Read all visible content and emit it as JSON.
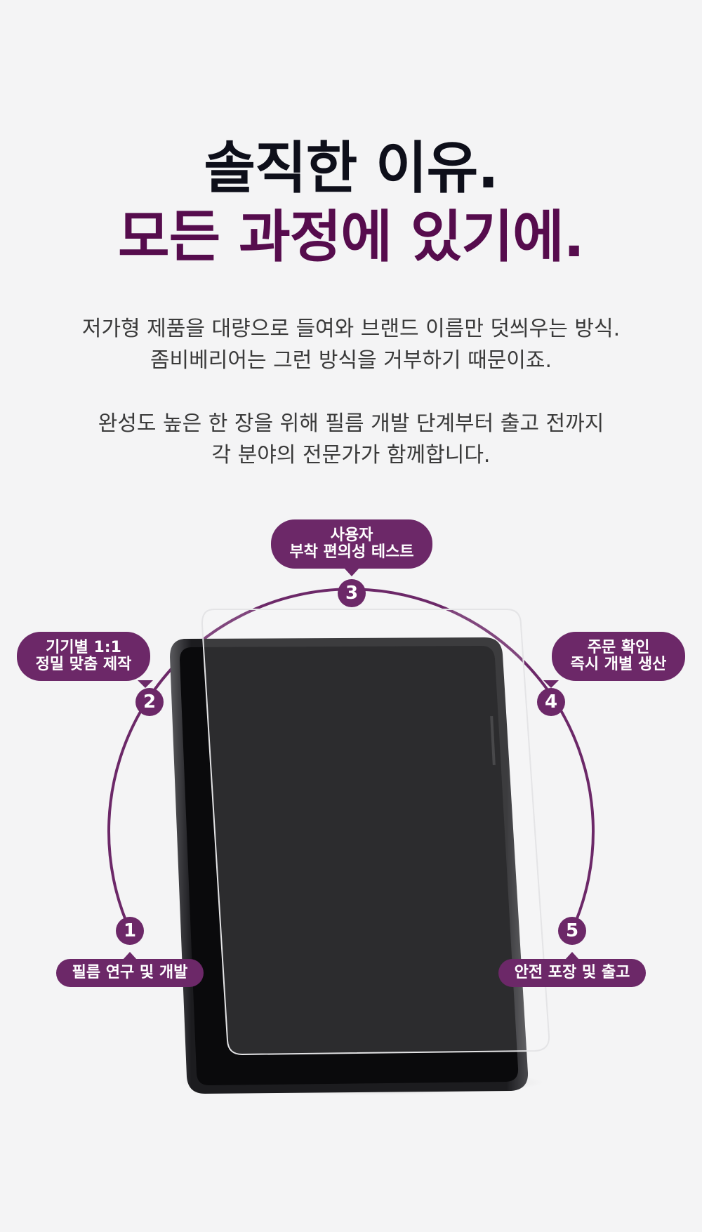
{
  "headline": {
    "line1": "솔직한 이유.",
    "line2": "모든 과정에 있기에."
  },
  "description": {
    "p1_line1": "저가형 제품을 대량으로 들여와 브랜드 이름만 덧씌우는 방식.",
    "p1_line2": "좀비베리어는 그런 방식을 거부하기 때문이죠.",
    "p2_line1": "완성도 높은 한 장을 위해 필름 개발 단계부터 출고 전까지",
    "p2_line2": "각 분야의 전문가가 함께합니다."
  },
  "steps": [
    {
      "number": "1",
      "label_lines": [
        "필름 연구 및 개발"
      ]
    },
    {
      "number": "2",
      "label_lines": [
        "기기별 1:1",
        "정밀 맞춤 제작"
      ]
    },
    {
      "number": "3",
      "label_lines": [
        "사용자",
        "부착 편의성 테스트"
      ]
    },
    {
      "number": "4",
      "label_lines": [
        "주문 확인",
        "즉시 개별 생산"
      ]
    },
    {
      "number": "5",
      "label_lines": [
        "안전 포장 및 출고"
      ]
    }
  ],
  "colors": {
    "accent": "#6c2868",
    "headline_accent": "#560c4d",
    "headline_dark": "#0e0f1a",
    "background": "#f4f4f5"
  },
  "image": {
    "subject": "tablet-with-screen-protector-film"
  }
}
